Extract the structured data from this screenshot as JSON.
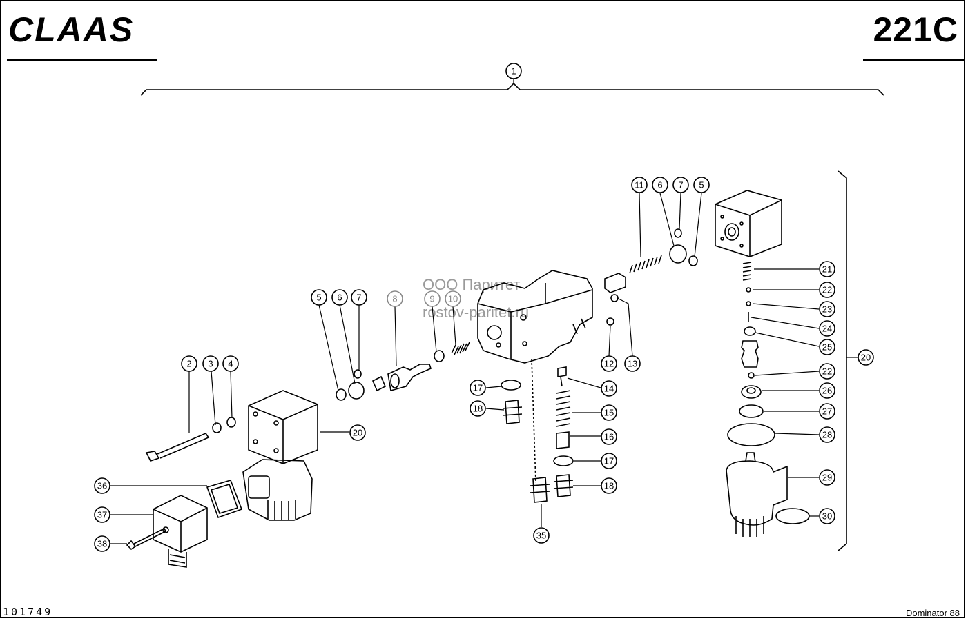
{
  "header": {
    "brand": "CLAAS",
    "page_number": "221C"
  },
  "footer": {
    "drawing_number": "101749",
    "machine_model": "Dominator 88"
  },
  "watermark": {
    "line1": "ООО Паритет",
    "line2": "rostov-paritet.ru"
  },
  "callouts": {
    "c1": "1",
    "c2": "2",
    "c3": "3",
    "c4": "4",
    "c5a": "5",
    "c6a": "6",
    "c7a": "7",
    "c8": "8",
    "c9": "9",
    "c10": "10",
    "c11": "11",
    "c6b": "6",
    "c7b": "7",
    "c5b": "5",
    "c12": "12",
    "c13": "13",
    "c14": "14",
    "c15": "15",
    "c16": "16",
    "c17a": "17",
    "c18a": "18",
    "c17b": "17",
    "c18b": "18",
    "c20a": "20",
    "c20b": "20",
    "c21": "21",
    "c22a": "22",
    "c23": "23",
    "c24": "24",
    "c25": "25",
    "c22b": "22",
    "c26": "26",
    "c27": "27",
    "c28": "28",
    "c29": "29",
    "c30": "30",
    "c35": "35",
    "c36": "36",
    "c37": "37",
    "c38": "38"
  }
}
